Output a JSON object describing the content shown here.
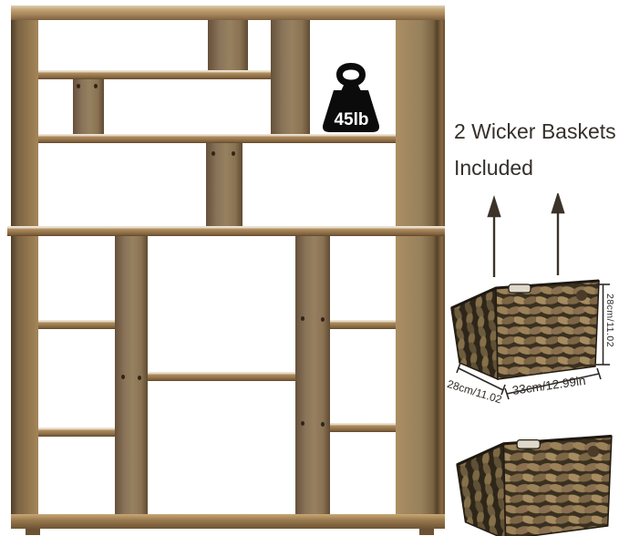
{
  "scene": {
    "background_color": "#ffffff"
  },
  "weight_badge": {
    "icon": "kettlebell-weight-icon",
    "label": "45lb",
    "icon_color": "#0b0b0b",
    "label_color": "#ffffff"
  },
  "headline": {
    "line1": "2 Wicker Baskets",
    "line2": "Included",
    "color": "#35302a"
  },
  "arrows": {
    "count": 2,
    "direction": "up",
    "icon": "up-arrow-icon",
    "color": "#3c332a"
  },
  "bookshelf": {
    "wood_mid_color": "#9a7b53",
    "wood_light_color": "#c79e6a",
    "wood_dark_color": "#6b5232",
    "shelf_top_face_color": "#e9e2d2"
  },
  "baskets": {
    "count": 2,
    "weave_light_color": "#a78c62",
    "weave_mid_color": "#8a7050",
    "weave_dark_color": "#3a3020",
    "dimensions": {
      "height": "28cm/11.02",
      "depth": "28cm/11.02",
      "width": "33cm/12.99in"
    }
  }
}
